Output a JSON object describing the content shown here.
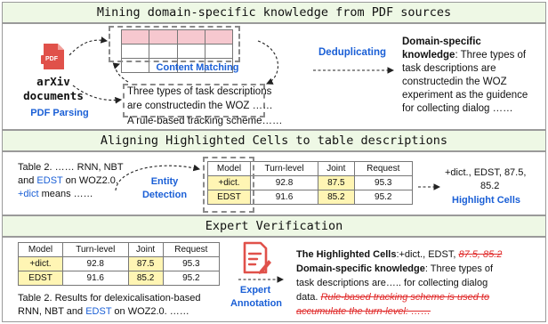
{
  "stage1": {
    "header": "Mining domain-specific knowledge from PDF sources",
    "pdf_badge": "PDF",
    "source_line1": "arXiv",
    "source_line2": "documents",
    "parsing_label": "PDF Parsing",
    "matching_label": "Content Matching",
    "dedup_label": "Deduplicating",
    "snippet_line1": "Three types of task descriptions",
    "snippet_line2": "are constructedin the WOZ ……",
    "snippet_line3": "A rule-based tracking scheme……",
    "knowledge_title": "Domain-specific",
    "knowledge_title2": "knowledge",
    "knowledge_text1": ": Three types of",
    "knowledge_text2": "task descriptions are",
    "knowledge_text3": "constructedin the WOZ",
    "knowledge_text4": "experiment as the guidence",
    "knowledge_text5": "for collecting dialog ……"
  },
  "stage2": {
    "header": "Aligning Highlighted Cells to table descriptions",
    "caption_line1": "Table 2. …… RNN, NBT",
    "caption_line2_a": "and ",
    "caption_line2_b": "EDST",
    "caption_line2_c": " on WOZ2.0.",
    "caption_line3_a": "+dict",
    "caption_line3_b": " means ……",
    "entity_label1": "Entity",
    "entity_label2": "Detection",
    "table": {
      "header": [
        "Model",
        "Turn-level",
        "Joint",
        "Request"
      ],
      "rows": [
        [
          "+dict.",
          "92.8",
          "87.5",
          "95.3"
        ],
        [
          "EDST",
          "91.6",
          "85.2",
          "95.2"
        ]
      ]
    },
    "result_line1": "+dict., EDST, 87.5,",
    "result_line2": "85.2",
    "result_label": "Highlight Cells"
  },
  "stage3": {
    "header": "Expert Verification",
    "table": {
      "header": [
        "Model",
        "Turn-level",
        "Joint",
        "Request"
      ],
      "rows": [
        [
          "+dict.",
          "92.8",
          "87.5",
          "95.3"
        ],
        [
          "EDST",
          "91.6",
          "85.2",
          "95.2"
        ]
      ]
    },
    "caption_line1": "Table 2. Results for delexicalisation-based",
    "caption_line2_a": "RNN, NBT and ",
    "caption_line2_b": "EDST",
    "caption_line2_c": " on WOZ2.0. ……",
    "annot_label1": "Expert",
    "annot_label2": "Annotation",
    "cells_title": "The Highlighted Cells",
    "cells_text": ":+dict., EDST, ",
    "cells_struck": "87.5, 85.2",
    "knowledge_title": "Domain-specific knowledge",
    "knowledge_text1": ": Three types of",
    "knowledge_text2": "task descriptions are….. for collecting dialog",
    "knowledge_text3": "data. ",
    "knowledge_struck1": "Rule-based tracking scheme is used to",
    "knowledge_struck2": "accumulate the turn-level: ……"
  },
  "colors": {
    "header_bg": "#eef8e5",
    "accent_blue": "#1a5fd6",
    "highlight_yellow": "#fff5b4",
    "strike_red": "#e02b2b",
    "pdf_red": "#e0514a",
    "grid_pink": "#f6c8cf"
  },
  "icons": [
    "pdf-file-icon",
    "annotation-document-icon"
  ]
}
